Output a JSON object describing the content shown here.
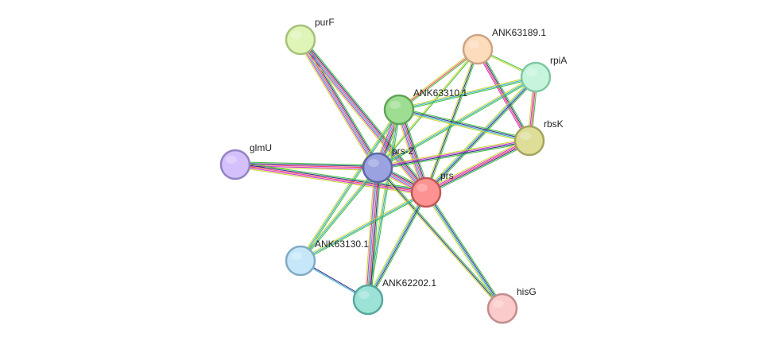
{
  "network": {
    "evidence_channels": [
      {
        "name": "channel-1",
        "color": "#3fbf3f"
      },
      {
        "name": "channel-2",
        "color": "#2c2c88"
      },
      {
        "name": "channel-3",
        "color": "#ff3366"
      },
      {
        "name": "channel-4",
        "color": "#33aacc"
      },
      {
        "name": "channel-5",
        "color": "#cc33cc"
      },
      {
        "name": "channel-6",
        "color": "#c8d62a"
      }
    ],
    "nodes": [
      {
        "id": "purF",
        "label": "purF",
        "fill": "#dff5b8",
        "stroke": "#a6c07a"
      },
      {
        "id": "ANK63189.1",
        "label": "ANK63189.1",
        "fill": "#fddcbc",
        "stroke": "#cca383"
      },
      {
        "id": "rpiA",
        "label": "rpiA",
        "fill": "#c6f5dc",
        "stroke": "#80c7a3"
      },
      {
        "id": "ANK63310.1",
        "label": "ANK63310.1",
        "fill": "#9ede93",
        "stroke": "#60a456"
      },
      {
        "id": "rbsK",
        "label": "rbsK",
        "fill": "#dede98",
        "stroke": "#a4a45c"
      },
      {
        "id": "glmU",
        "label": "glmU",
        "fill": "#d4c1fb",
        "stroke": "#9383c3"
      },
      {
        "id": "prs-2",
        "label": "prs-2",
        "fill": "#9aa2e0",
        "stroke": "#5e66a8"
      },
      {
        "id": "prs",
        "label": "prs",
        "fill": "#fc9292",
        "stroke": "#c25656"
      },
      {
        "id": "ANK63130.1",
        "label": "ANK63130.1",
        "fill": "#c6e7fa",
        "stroke": "#82abc3"
      },
      {
        "id": "ANK62202.1",
        "label": "ANK62202.1",
        "fill": "#9de2d7",
        "stroke": "#57a89c"
      },
      {
        "id": "hisG",
        "label": "hisG",
        "fill": "#fbcaca",
        "stroke": "#c38c8c"
      }
    ],
    "edges": [
      {
        "source": "purF",
        "target": "prs-2",
        "channels": [
          "channel-1",
          "channel-2",
          "channel-3",
          "channel-4",
          "channel-5",
          "channel-6"
        ]
      },
      {
        "source": "purF",
        "target": "prs",
        "channels": [
          "channel-1",
          "channel-2",
          "channel-3",
          "channel-4",
          "channel-5",
          "channel-6"
        ]
      },
      {
        "source": "ANK63189.1",
        "target": "rpiA",
        "channels": [
          "channel-1",
          "channel-6"
        ]
      },
      {
        "source": "ANK63189.1",
        "target": "rbsK",
        "channels": [
          "channel-1",
          "channel-2",
          "channel-3",
          "channel-5"
        ]
      },
      {
        "source": "ANK63189.1",
        "target": "ANK63310.1",
        "channels": [
          "channel-1",
          "channel-3",
          "channel-6"
        ]
      },
      {
        "source": "ANK63189.1",
        "target": "prs-2",
        "channels": [
          "channel-1",
          "channel-6"
        ]
      },
      {
        "source": "ANK63189.1",
        "target": "prs",
        "channels": [
          "channel-1",
          "channel-2",
          "channel-6"
        ]
      },
      {
        "source": "rpiA",
        "target": "rbsK",
        "channels": [
          "channel-1",
          "channel-3",
          "channel-5",
          "channel-6"
        ]
      },
      {
        "source": "rpiA",
        "target": "ANK63310.1",
        "channels": [
          "channel-1",
          "channel-4",
          "channel-6"
        ]
      },
      {
        "source": "rpiA",
        "target": "prs-2",
        "channels": [
          "channel-1",
          "channel-4",
          "channel-6"
        ]
      },
      {
        "source": "rpiA",
        "target": "prs",
        "channels": [
          "channel-1",
          "channel-2",
          "channel-4",
          "channel-6"
        ]
      },
      {
        "source": "ANK63310.1",
        "target": "rbsK",
        "channels": [
          "channel-1",
          "channel-2",
          "channel-4",
          "channel-6"
        ]
      },
      {
        "source": "ANK63310.1",
        "target": "prs-2",
        "channels": [
          "channel-1",
          "channel-2",
          "channel-3",
          "channel-4",
          "channel-5",
          "channel-6"
        ]
      },
      {
        "source": "ANK63310.1",
        "target": "prs",
        "channels": [
          "channel-1",
          "channel-2",
          "channel-3",
          "channel-4",
          "channel-5",
          "channel-6"
        ]
      },
      {
        "source": "ANK63310.1",
        "target": "ANK63130.1",
        "channels": [
          "channel-1",
          "channel-4",
          "channel-6"
        ]
      },
      {
        "source": "ANK63310.1",
        "target": "ANK62202.1",
        "channels": [
          "channel-1",
          "channel-4",
          "channel-6"
        ]
      },
      {
        "source": "rbsK",
        "target": "prs-2",
        "channels": [
          "channel-1",
          "channel-2",
          "channel-5",
          "channel-6"
        ]
      },
      {
        "source": "rbsK",
        "target": "prs",
        "channels": [
          "channel-1",
          "channel-2",
          "channel-3",
          "channel-5",
          "channel-6"
        ]
      },
      {
        "source": "glmU",
        "target": "prs-2",
        "channels": [
          "channel-1",
          "channel-2",
          "channel-3",
          "channel-5",
          "channel-6"
        ]
      },
      {
        "source": "glmU",
        "target": "prs",
        "channels": [
          "channel-1",
          "channel-2",
          "channel-3",
          "channel-5",
          "channel-6"
        ]
      },
      {
        "source": "prs-2",
        "target": "prs",
        "channels": [
          "channel-1",
          "channel-2",
          "channel-3",
          "channel-4",
          "channel-5",
          "channel-6"
        ]
      },
      {
        "source": "prs-2",
        "target": "ANK63130.1",
        "channels": [
          "channel-1",
          "channel-4",
          "channel-6"
        ]
      },
      {
        "source": "prs-2",
        "target": "ANK62202.1",
        "channels": [
          "channel-1",
          "channel-2",
          "channel-3",
          "channel-4",
          "channel-5",
          "channel-6"
        ]
      },
      {
        "source": "prs-2",
        "target": "hisG",
        "channels": [
          "channel-1",
          "channel-2",
          "channel-6"
        ]
      },
      {
        "source": "prs",
        "target": "ANK63130.1",
        "channels": [
          "channel-1",
          "channel-4",
          "channel-6"
        ]
      },
      {
        "source": "prs",
        "target": "ANK62202.1",
        "channels": [
          "channel-1",
          "channel-2",
          "channel-4",
          "channel-6"
        ]
      },
      {
        "source": "prs",
        "target": "hisG",
        "channels": [
          "channel-1",
          "channel-2",
          "channel-4",
          "channel-6"
        ]
      },
      {
        "source": "ANK63130.1",
        "target": "ANK62202.1",
        "channels": [
          "channel-2",
          "channel-4"
        ]
      }
    ]
  }
}
